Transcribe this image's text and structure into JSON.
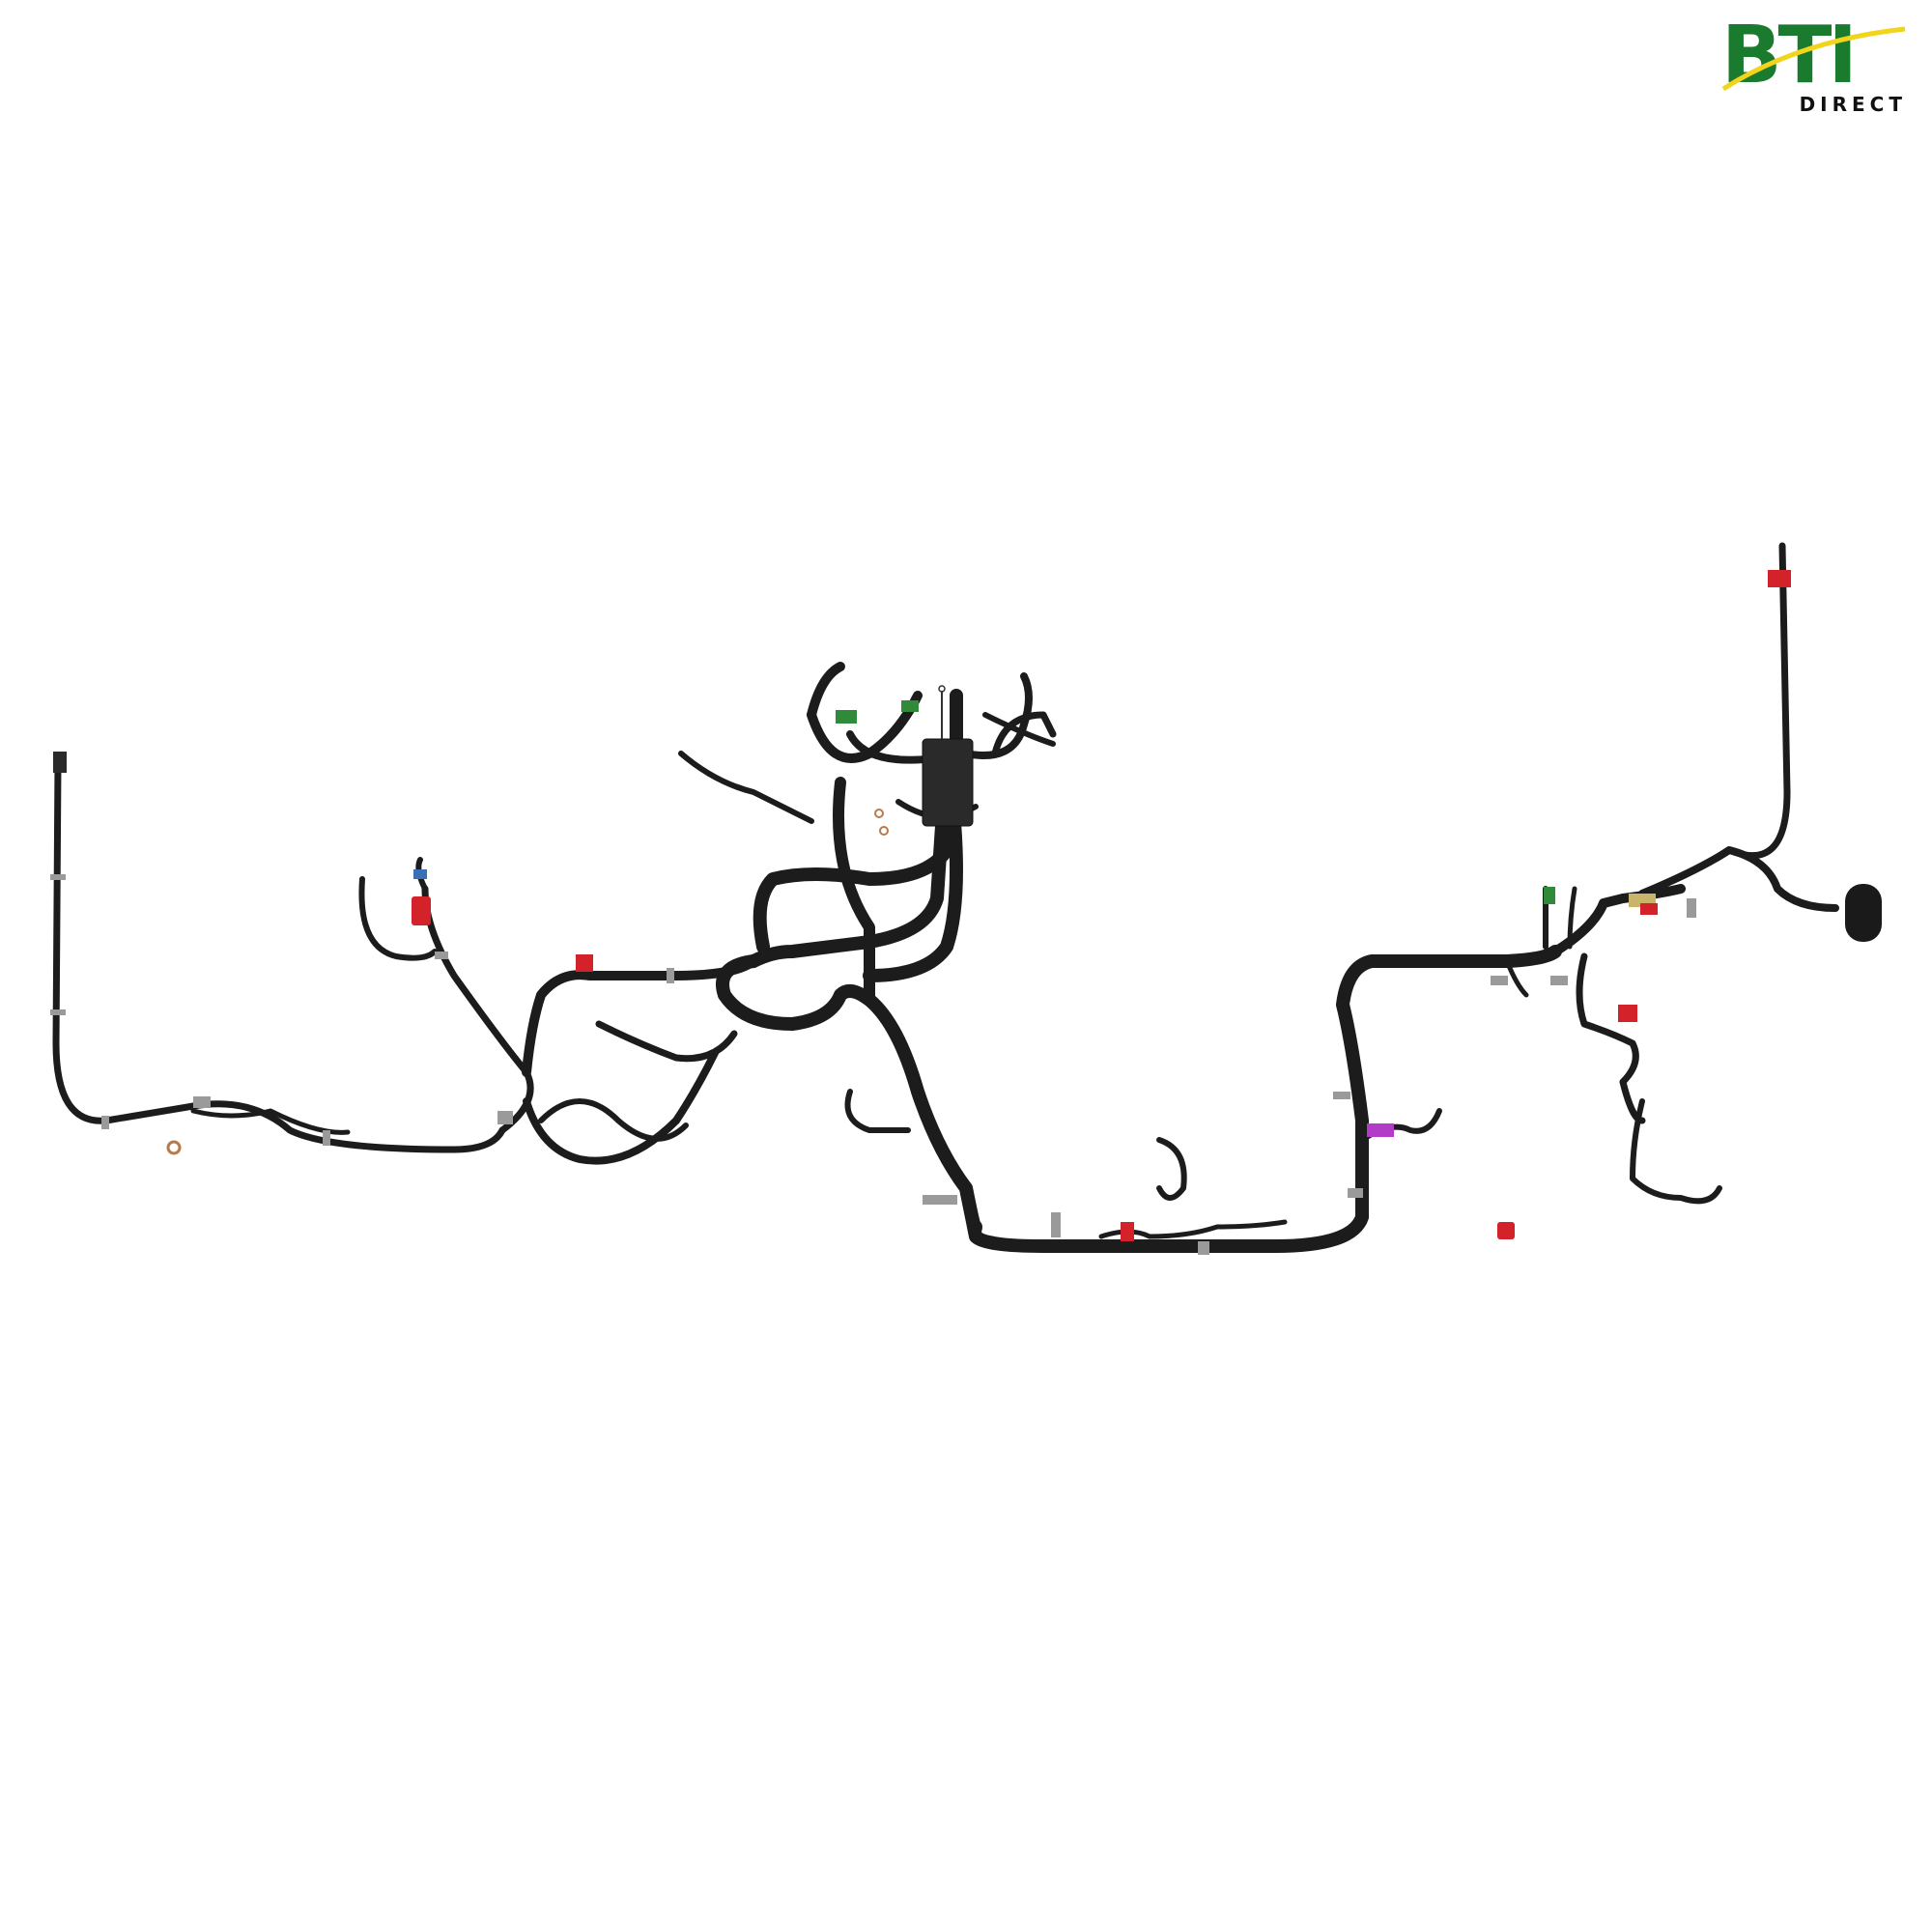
{
  "logo": {
    "brand": "BTI",
    "sub": "DIRECT",
    "brand_color": "#1a7a2e",
    "swoosh_color": "#f2d51a"
  },
  "image": {
    "subject": "wiring-harness",
    "cable_color": "#1c1c1c",
    "connector_colors": {
      "red": "#d4222a",
      "green": "#2f8a3a",
      "magenta": "#b23cc8",
      "gray_clip": "#9a9a9a",
      "blue": "#3b6fb5",
      "copper": "#b87a4b"
    }
  }
}
